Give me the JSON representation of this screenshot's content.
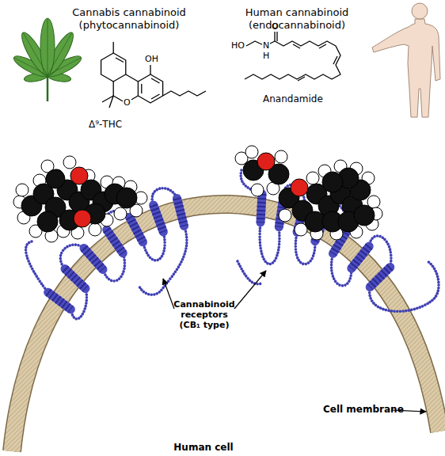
{
  "diagram": {
    "labels": [
      "Cannabis cannabinoid (phytocannabinoid)",
      "Human cannabinoid (endocannabinoid)",
      "OH",
      "O",
      "Δ⁹-THC",
      "HO",
      "O",
      "N",
      "H",
      "Anandamide",
      "Cannabinoid receptors (CB₁ type)",
      "Cell membrane",
      "Human cell"
    ]
  }
}
